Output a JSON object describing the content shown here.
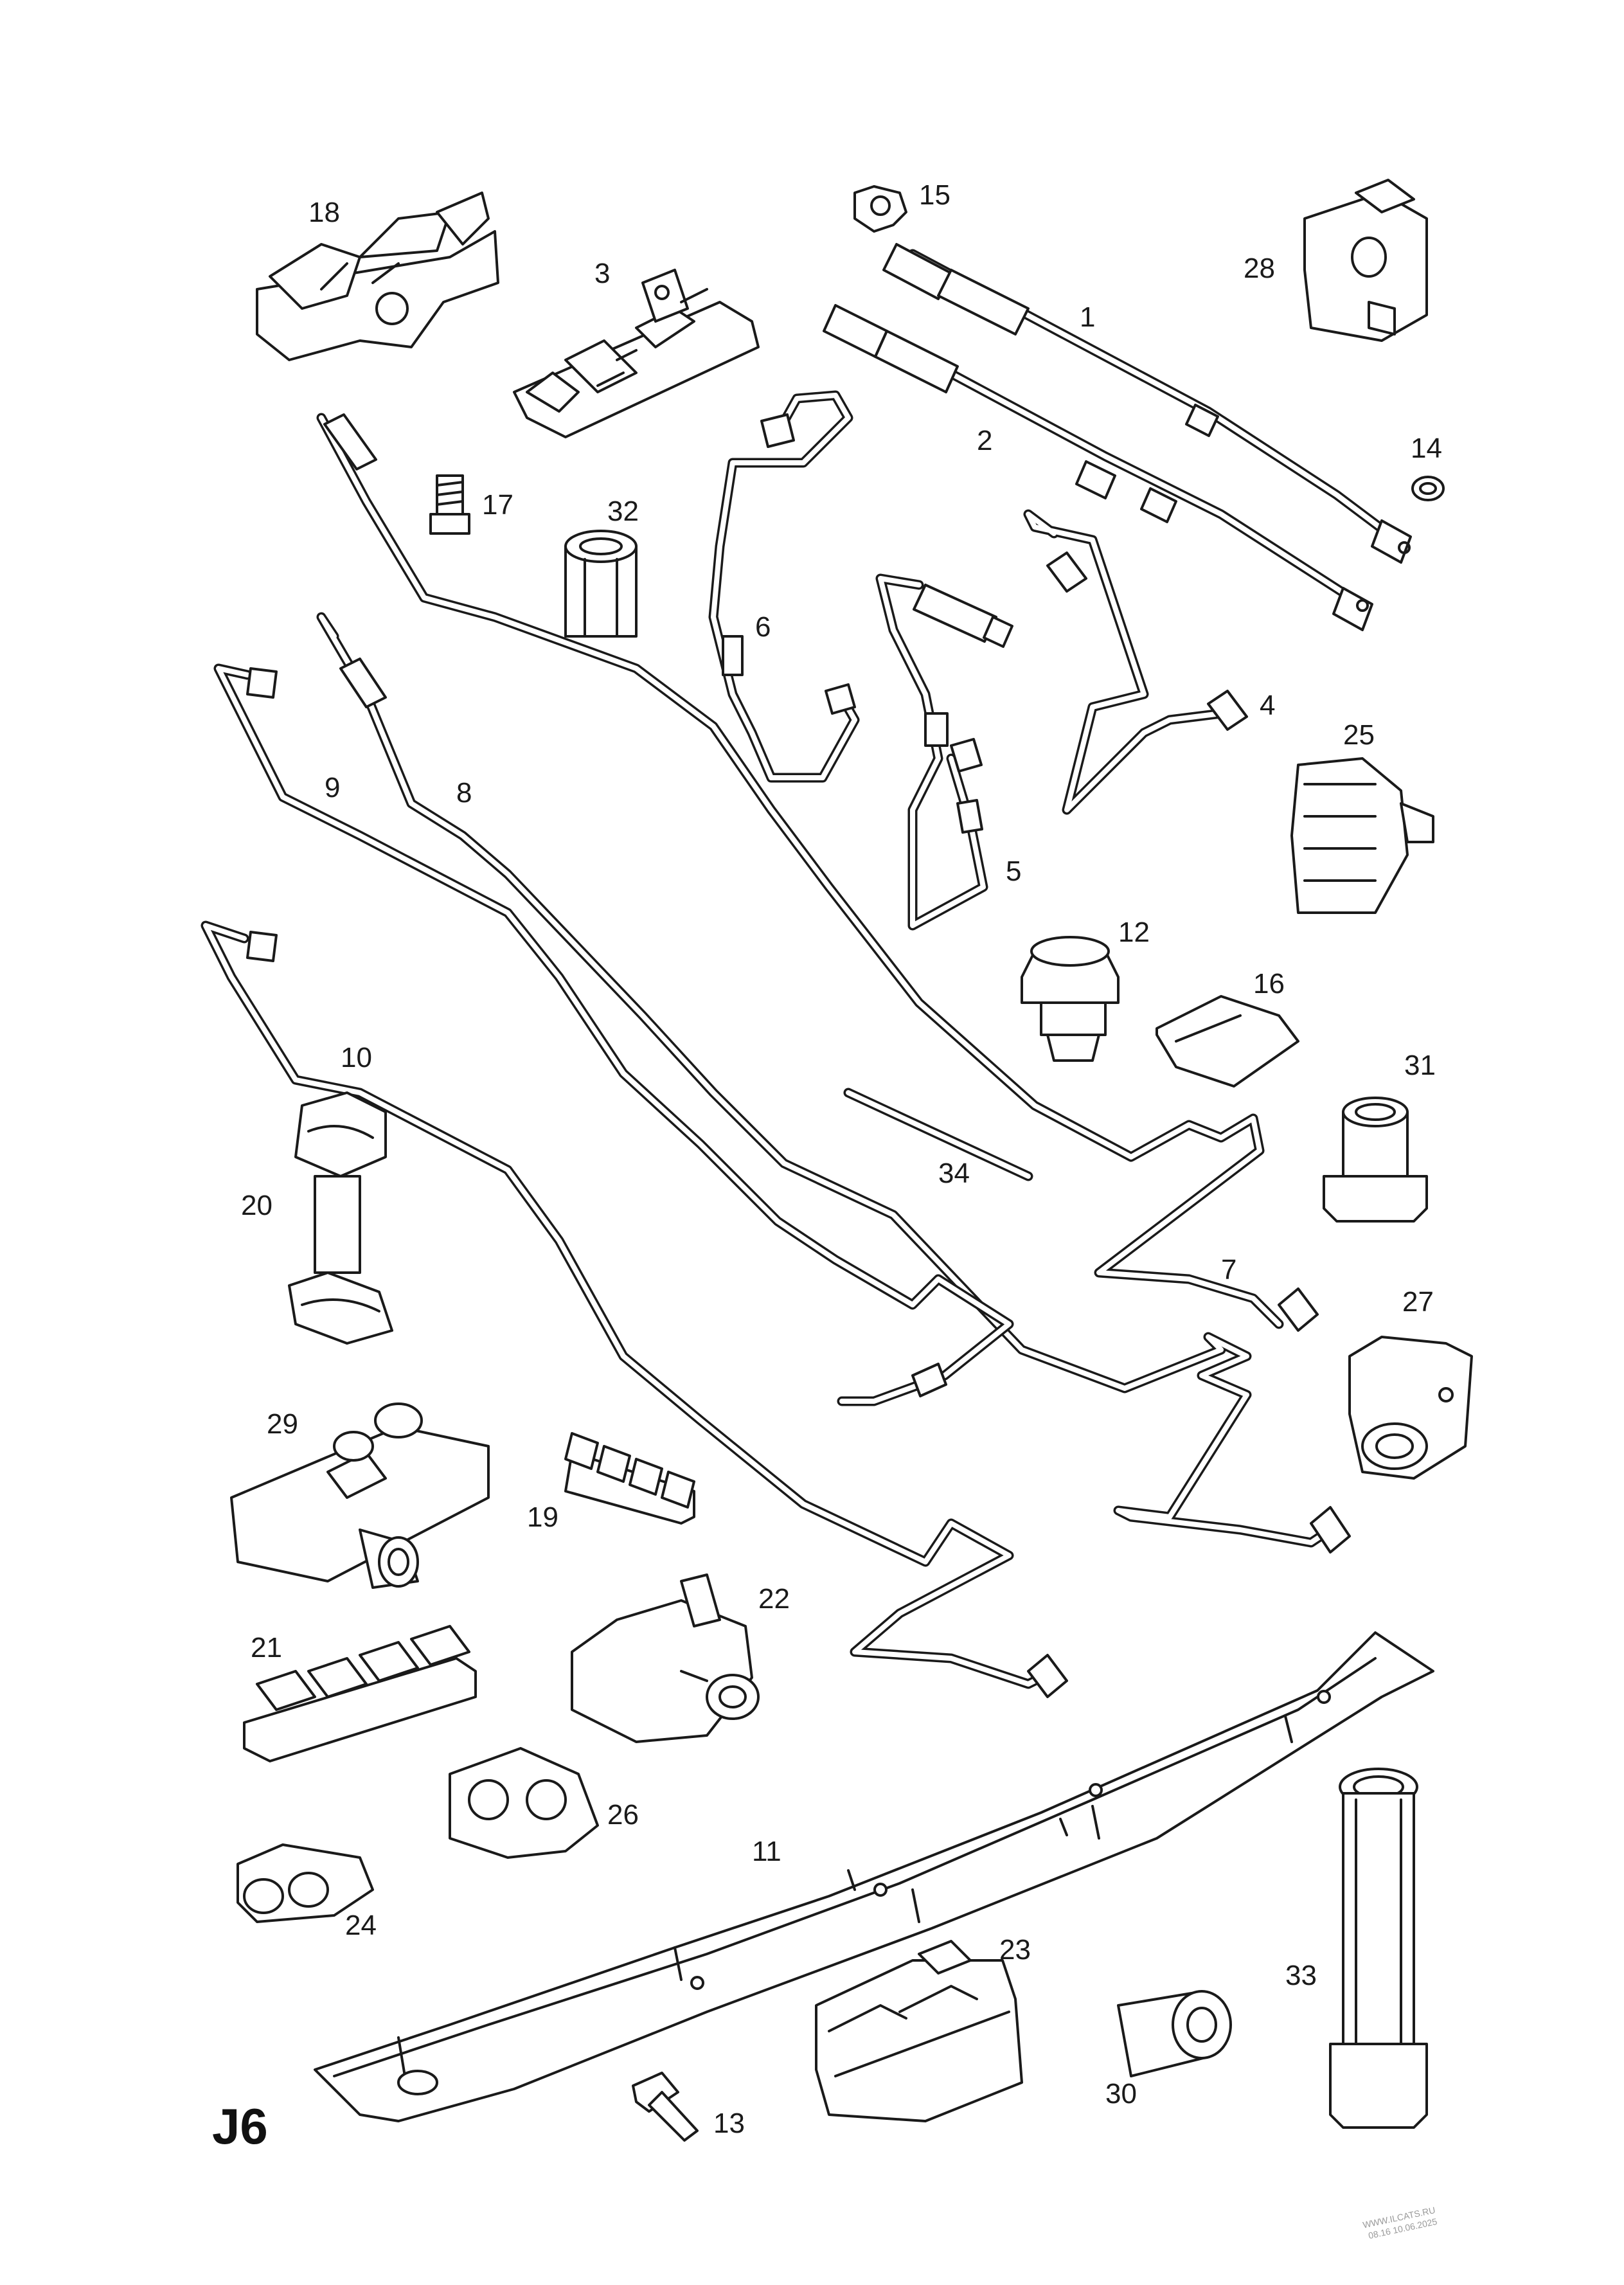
{
  "diagram": {
    "page_code": "J6",
    "watermark_line1": "WWW.ILCATS.RU",
    "watermark_line2": "08.16 10.06.2025",
    "callouts": {
      "c1": "1",
      "c2": "2",
      "c3": "3",
      "c4": "4",
      "c5": "5",
      "c6": "6",
      "c7": "7",
      "c8": "8",
      "c9": "9",
      "c10": "10",
      "c11": "11",
      "c12": "12",
      "c13": "13",
      "c14": "14",
      "c15": "15",
      "c16": "16",
      "c17": "17",
      "c18": "18",
      "c19": "19",
      "c20": "20",
      "c21": "21",
      "c22": "22",
      "c23": "23",
      "c24": "24",
      "c25": "25",
      "c26": "26",
      "c27": "27",
      "c28": "28",
      "c29": "29",
      "c30": "30",
      "c31": "31",
      "c32": "32",
      "c33": "33",
      "c34": "34"
    }
  }
}
